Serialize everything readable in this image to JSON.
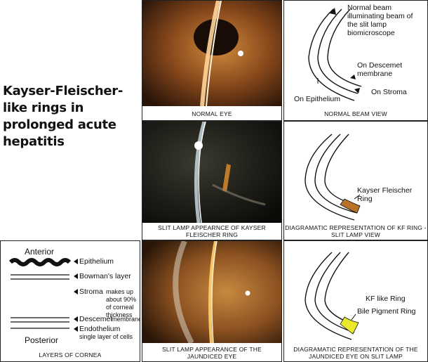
{
  "title": "Kayser-Fleischer-like rings in prolonged acute hepatitis",
  "panels": {
    "normal_eye": {
      "caption": "NORMAL EYE"
    },
    "normal_beam": {
      "caption": "NORMAL BEAM VIEW",
      "label_beam": "Normal beam illuminating beam of the slit lamp biomicroscope",
      "label_descemet": "On Descemet membrane",
      "label_stroma": "On Stroma",
      "label_epithelium": "On Epithelium"
    },
    "kf_photo": {
      "caption": "SLIT LAMP APPEARNCE OF KAYSER FLEISCHER RING"
    },
    "kf_diagram": {
      "caption": "DIAGRAMATIC REPRESENTATION OF KF RING - SLIT LAMP VIEW",
      "label_ring": "Kayser Fleischer Ring",
      "ring_color": "#b8722a"
    },
    "layers": {
      "caption": "LAYERS OF CORNEA",
      "anterior": "Anterior",
      "posterior": "Posterior",
      "epithelium": "Epithelium",
      "bowman": "Bowman's layer",
      "stroma_1": "Stroma",
      "stroma_2": "makes up about 90% of corneal thickness",
      "descemet": "Descemet",
      "descemet_2": "membrane",
      "endothelium": "Endothelium",
      "endothelium_2": "single layer of cells"
    },
    "jaundiced_photo": {
      "caption": "SLIT LAMP APPEARANCE OF THE JAUNDICED EYE"
    },
    "jaundiced_diagram": {
      "caption": "DIAGRAMATIC REPRESENTATION OF THE JAUNDICED EYE ON SLIT LAMP",
      "label_kf": "KF like Ring",
      "label_bile": "Bile Pigment Ring",
      "ring_color": "#e9e82a"
    }
  }
}
